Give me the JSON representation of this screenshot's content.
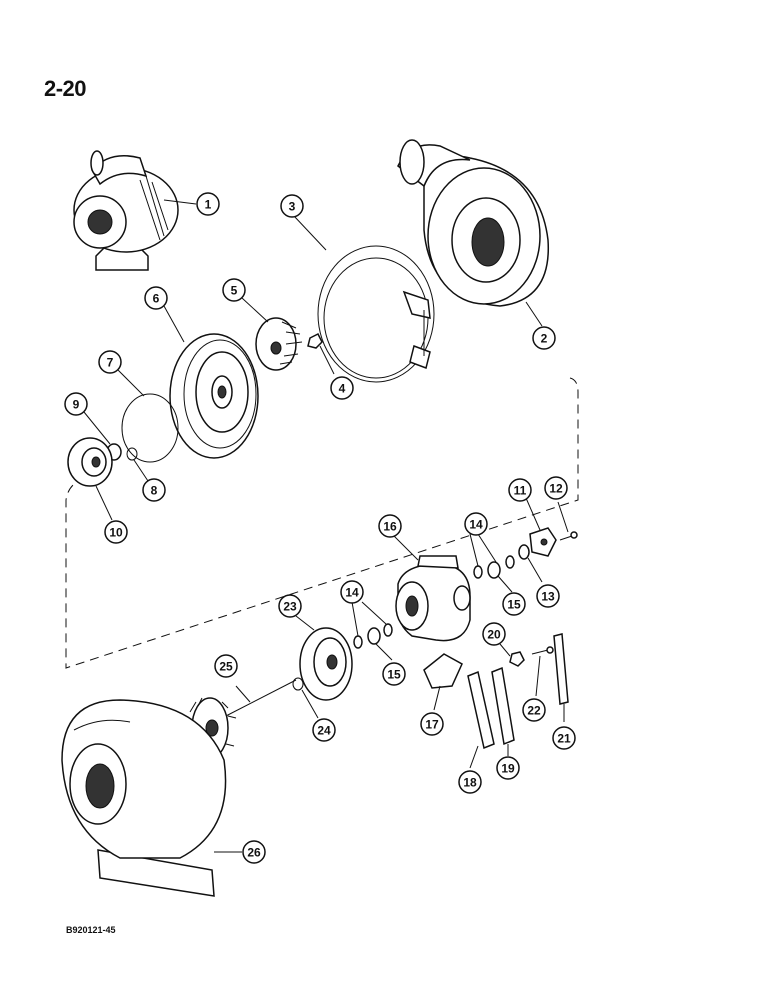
{
  "page": {
    "number": "2-20",
    "figure_code": "B920121-45"
  },
  "callouts": [
    "1",
    "2",
    "3",
    "4",
    "5",
    "6",
    "7",
    "8",
    "9",
    "10",
    "11",
    "12",
    "13",
    "14",
    "15",
    "16",
    "14",
    "15",
    "17",
    "18",
    "19",
    "20",
    "21",
    "22",
    "23",
    "24",
    "25",
    "26"
  ]
}
